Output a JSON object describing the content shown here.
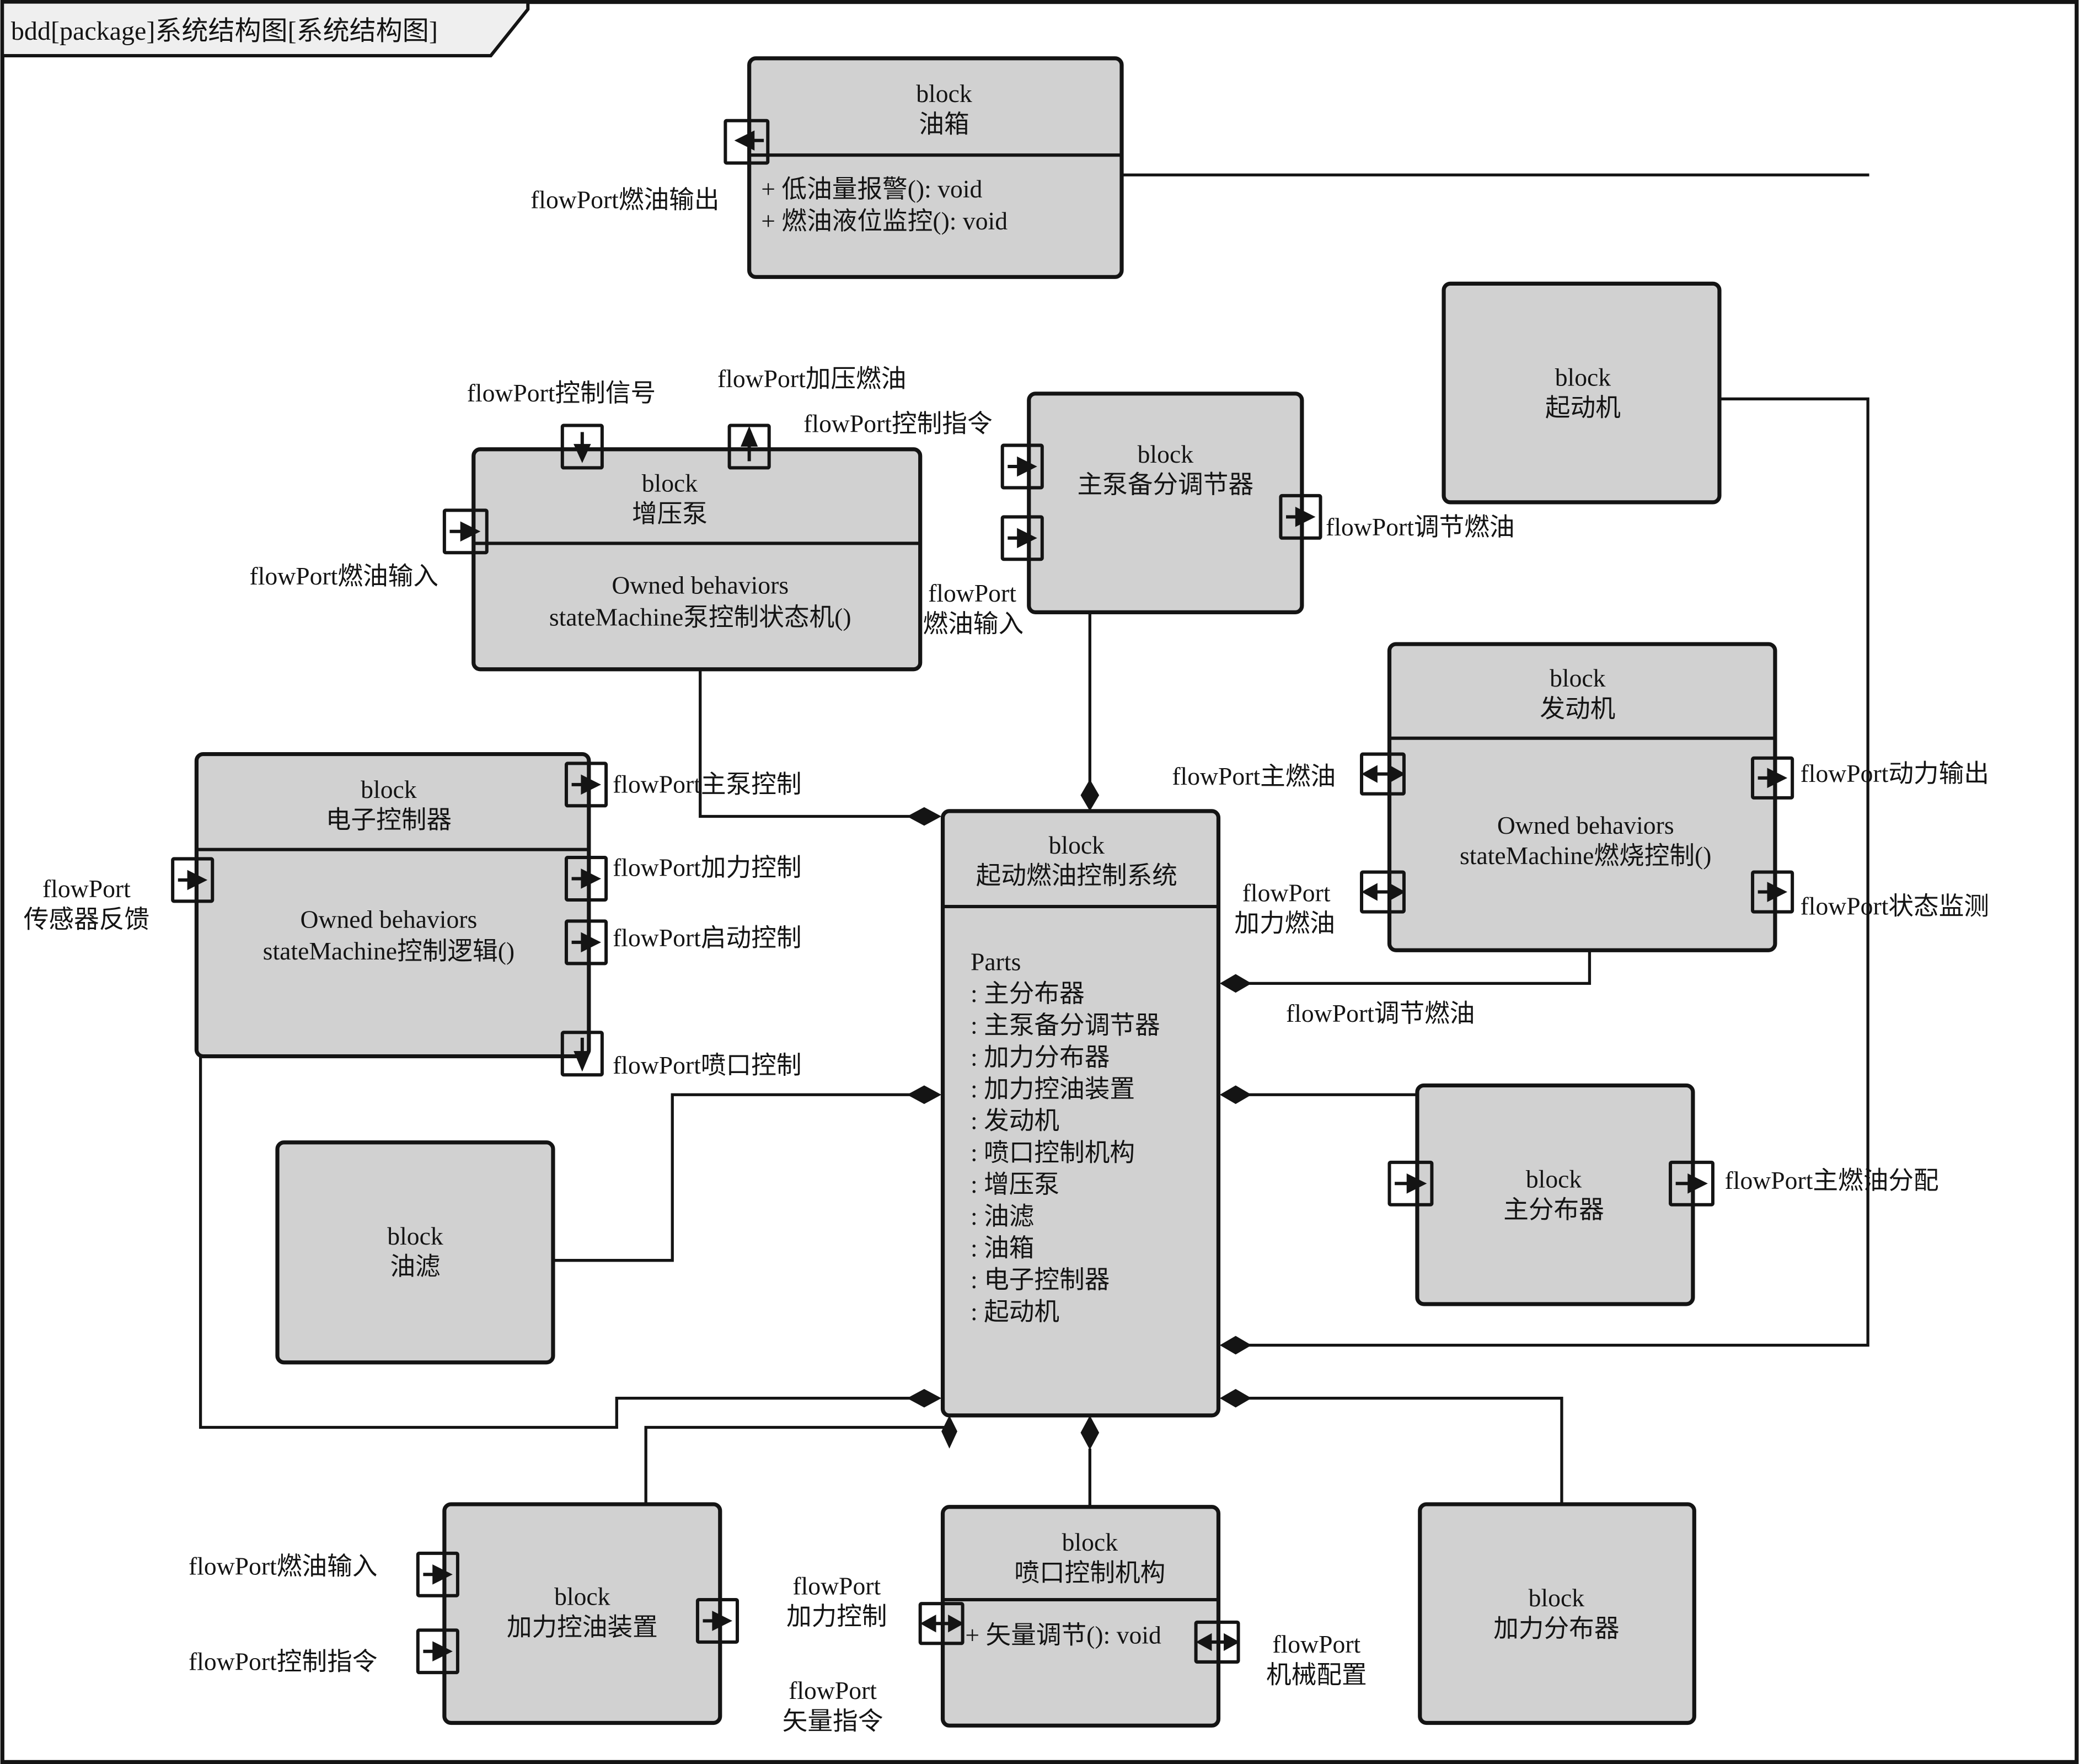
{
  "diagram": {
    "title": "bdd[package]系统结构图[系统结构图]",
    "stereotype": "block"
  },
  "blocks": {
    "fuel_tank": {
      "stereotype": "block",
      "name": "油箱",
      "operations": [
        "+  低油量报警(): void",
        "+  燃油液位监控(): void"
      ],
      "ports": {
        "fuel_out": "flowPort燃油输出"
      }
    },
    "starter": {
      "stereotype": "block",
      "name": "起动机"
    },
    "boost_pump": {
      "stereotype": "block",
      "name": "增压泵",
      "section_title": "Owned behaviors",
      "behavior": "stateMachine泵控制状态机()",
      "ports": {
        "control_signal": "flowPort控制信号",
        "pressurized_fuel": "flowPort加压燃油",
        "fuel_in": "flowPort燃油输入"
      }
    },
    "main_pump_regulator": {
      "stereotype": "block",
      "name": "主泵备分调节器",
      "ports": {
        "control_cmd": "flowPort控制指令",
        "fuel_in_line1": "flowPort",
        "fuel_in_line2": "燃油输入",
        "regulated_fuel": "flowPort调节燃油"
      }
    },
    "engine": {
      "stereotype": "block",
      "name": "发动机",
      "section_title": "Owned behaviors",
      "behavior": "stateMachine燃烧控制()",
      "ports": {
        "main_fuel": "flowPort主燃油",
        "ab_fuel_line1": "flowPort",
        "ab_fuel_line2": "加力燃油",
        "power_out": "flowPort动力输出",
        "status_monitor": "flowPort状态监测"
      }
    },
    "ecu": {
      "stereotype": "block",
      "name": "电子控制器",
      "section_title": "Owned behaviors",
      "behavior": "stateMachine控制逻辑()",
      "ports": {
        "sensor_line1": "flowPort",
        "sensor_line2": "传感器反馈",
        "main_pump_ctrl": "flowPort主泵控制",
        "ab_ctrl": "flowPort加力控制",
        "start_ctrl": "flowPort启动控制",
        "nozzle_ctrl": "flowPort喷口控制"
      }
    },
    "system": {
      "stereotype": "block",
      "name": "起动燃油控制系统",
      "parts_title": "Parts",
      "parts": [
        ": 主分布器",
        ": 主泵备分调节器",
        ": 加力分布器",
        ": 加力控油装置",
        ": 发动机",
        ": 喷口控制机构",
        ": 增压泵",
        ": 油滤",
        ": 油箱",
        ": 电子控制器",
        ": 起动机"
      ],
      "ports": {
        "regulated_fuel": "flowPort调节燃油"
      }
    },
    "oil_filter": {
      "stereotype": "block",
      "name": "油滤"
    },
    "main_distributor": {
      "stereotype": "block",
      "name": "主分布器",
      "ports": {
        "main_fuel_dist": "flowPort主燃油分配"
      }
    },
    "ab_fuel_unit": {
      "stereotype": "block",
      "name": "加力控油装置",
      "ports": {
        "fuel_in": "flowPort燃油输入",
        "control_cmd": "flowPort控制指令",
        "ab_ctrl_line1": "flowPort",
        "ab_ctrl_line2": "加力控制",
        "vector_line1": "flowPort",
        "vector_line2": "矢量指令"
      }
    },
    "nozzle": {
      "stereotype": "block",
      "name": "喷口控制机构",
      "operations": [
        "+ 矢量调节(): void"
      ],
      "ports": {
        "mech_line1": "flowPort",
        "mech_line2": "机械配置"
      }
    },
    "ab_distributor": {
      "stereotype": "block",
      "name": "加力分布器"
    }
  }
}
